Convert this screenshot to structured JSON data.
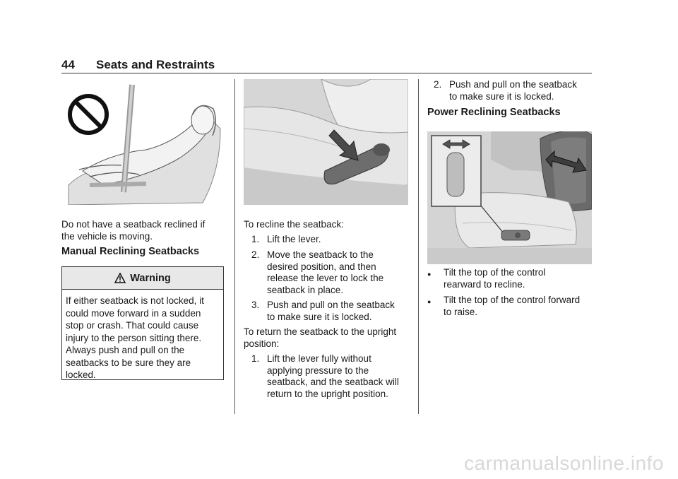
{
  "header": {
    "page_number": "44",
    "section_title": "Seats and Restraints"
  },
  "col1": {
    "caption": [
      "Do not have a seatback reclined if",
      "the vehicle is moving."
    ],
    "heading": "Manual Reclining Seatbacks",
    "warning": {
      "title": "Warning",
      "lines": [
        "If either seatback is not locked, it",
        "could move forward in a sudden",
        "stop or crash. That could cause",
        "injury to the person sitting there.",
        "Always push and pull on the",
        "seatbacks to be sure they are",
        "locked."
      ]
    }
  },
  "col2": {
    "intro": "To recline the seatback:",
    "steps": [
      {
        "num": "1.",
        "lines": [
          "Lift the lever."
        ]
      },
      {
        "num": "2.",
        "lines": [
          "Move the seatback to the",
          "desired position, and then",
          "release the lever to lock the",
          "seatback in place."
        ]
      },
      {
        "num": "3.",
        "lines": [
          "Push and pull on the seatback",
          "to make sure it is locked."
        ]
      }
    ],
    "return_text": [
      "To return the seatback to the upright",
      "position:"
    ],
    "return_steps": [
      {
        "num": "1.",
        "lines": [
          "Lift the lever fully without",
          "applying pressure to the",
          "seatback, and the seatback will",
          "return to the upright position."
        ]
      }
    ]
  },
  "col3": {
    "step": {
      "num": "2.",
      "lines": [
        "Push and pull on the seatback",
        "to make sure it is locked."
      ]
    },
    "heading": "Power Reclining Seatbacks",
    "bullets": [
      {
        "mark": "●",
        "lines": [
          "Tilt the top of the control",
          "rearward to recline."
        ]
      },
      {
        "mark": "●",
        "lines": [
          "Tilt the top of the control forward",
          "to raise."
        ]
      }
    ]
  },
  "watermark": "carmanualsonline.info",
  "colors": {
    "rule": "#333333",
    "warning_header_bg": "#e8e8e8",
    "illustration_bg": "#d9d9d9"
  }
}
